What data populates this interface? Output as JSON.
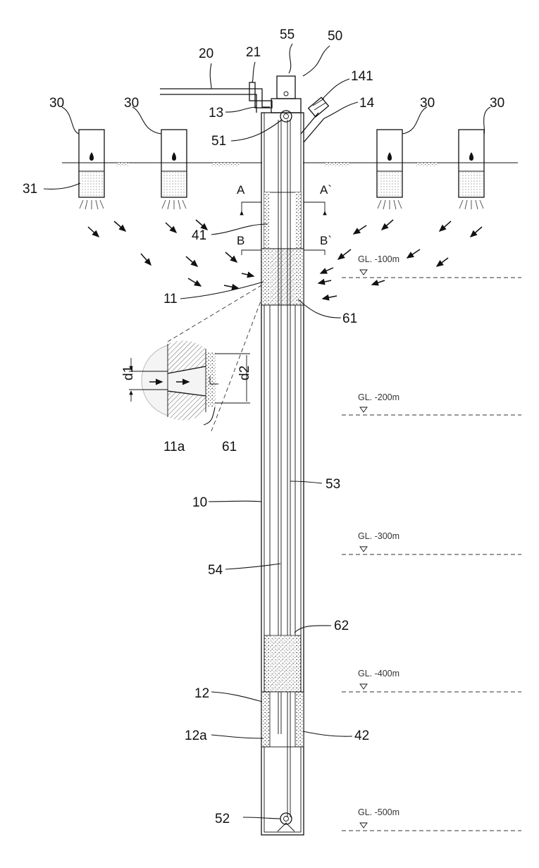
{
  "refs": {
    "r50": "50",
    "r55": "55",
    "r20": "20",
    "r21": "21",
    "r141": "141",
    "r30a": "30",
    "r30b": "30",
    "r30c": "30",
    "r30d": "30",
    "r13": "13",
    "r14": "14",
    "r51": "51",
    "r31": "31",
    "r41": "41",
    "r11": "11",
    "r61": "61",
    "r11a": "11a",
    "r61b": "61",
    "d1": "d1",
    "d2": "d2",
    "r53": "53",
    "r10": "10",
    "r54": "54",
    "r62": "62",
    "r12": "12",
    "r12a": "12a",
    "r42": "42",
    "r52": "52"
  },
  "sections": {
    "a": "A",
    "a_prime": "A`",
    "b": "B",
    "b_prime": "B`"
  },
  "ground_levels": [
    "GL. -100m",
    "GL. -200m",
    "GL. -300m",
    "GL. -400m",
    "GL. -500m"
  ]
}
